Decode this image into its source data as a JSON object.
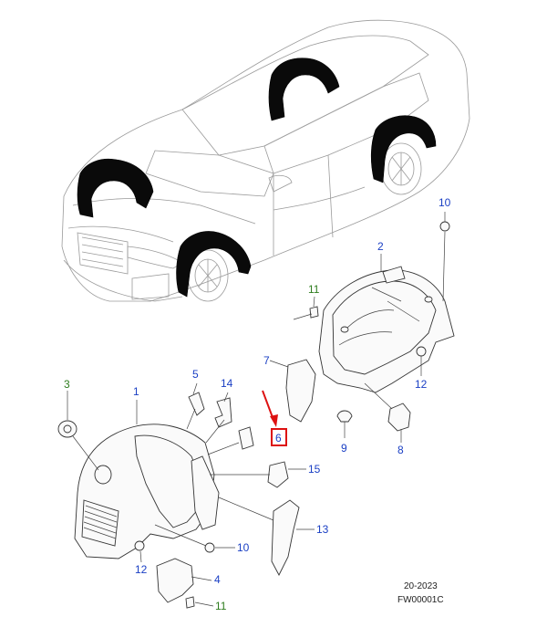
{
  "colors": {
    "label_blue": "#1a3fc4",
    "label_green": "#2e7d1e",
    "arrow_red": "#d11",
    "highlight_red": "#d11"
  },
  "callouts": {
    "c1": "1",
    "c2": "2",
    "c3": "3",
    "c4": "4",
    "c5": "5",
    "c6": "6",
    "c7": "7",
    "c8": "8",
    "c9": "9",
    "c10a": "10",
    "c10b": "10",
    "c11a": "11",
    "c11b": "11",
    "c12a": "12",
    "c12b": "12",
    "c13": "13",
    "c14": "14",
    "c15": "15"
  },
  "footer": {
    "year": "20-2023",
    "ref_code": "FW00001C"
  }
}
